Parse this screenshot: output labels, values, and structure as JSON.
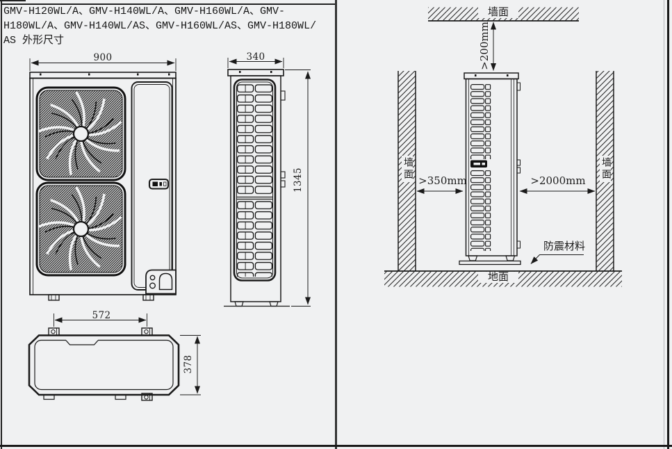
{
  "page": {
    "background": "#f0f1f2",
    "ink": "#1a1a1a"
  },
  "title_lines": [
    "GMV-H120WL/A、GMV-H140WL/A、GMV-H160WL/A、GMV-",
    "H180WL/A、GMV-H140WL/AS、GMV-H160WL/AS、GMV-H180WL/",
    "AS 外形尺寸"
  ],
  "front_view": {
    "width_mm": "900"
  },
  "side_view": {
    "depth_mm": "340",
    "height_mm": "1345"
  },
  "top_view": {
    "hole_pitch_mm": "572",
    "depth_mm": "378"
  },
  "installation": {
    "top_wall": "墙面",
    "left_wall": "墙面",
    "right_wall": "墙面",
    "ground": "地面",
    "top_clearance": ">200mm",
    "left_clearance": ">350mm",
    "right_clearance": ">2000mm",
    "vibration_material": "防震材料"
  }
}
